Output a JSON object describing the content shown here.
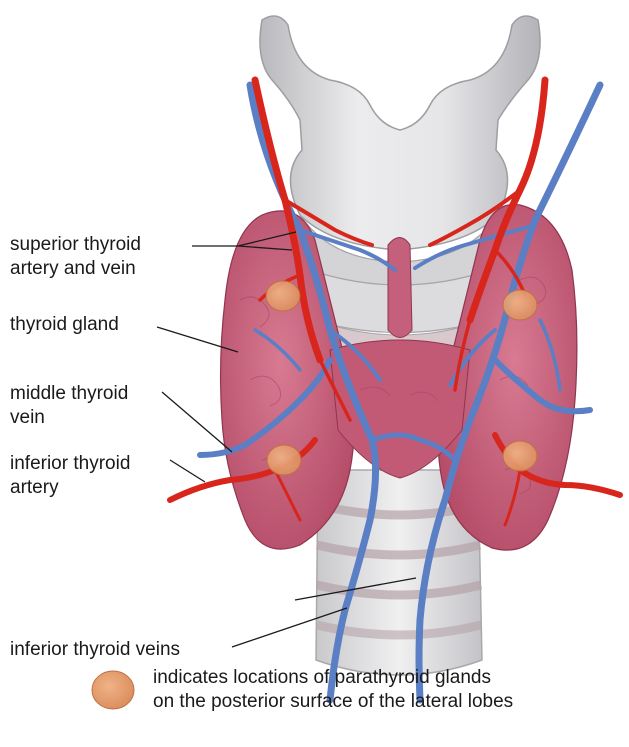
{
  "labels": {
    "superior_thyroid": [
      "superior thyroid",
      "artery and vein"
    ],
    "thyroid_gland": "thyroid gland",
    "middle_thyroid_vein": [
      "middle thyroid",
      "vein"
    ],
    "inferior_thyroid_artery": [
      "inferior thyroid",
      "artery"
    ],
    "inferior_thyroid_veins": "inferior thyroid veins"
  },
  "legend": {
    "line1": "indicates locations of parathyroid glands",
    "line2": "on the posterior surface of the lateral lobes"
  },
  "colors": {
    "artery": "#d8261c",
    "vein": "#5a7fc4",
    "gland": "#c8607a",
    "parathyroid": "#e29a6a",
    "cartilage": "#d6d6d8"
  }
}
